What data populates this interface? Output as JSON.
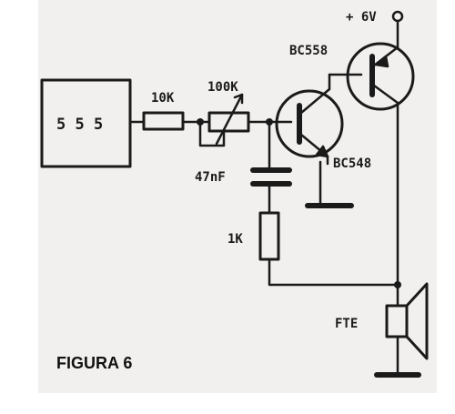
{
  "diagram": {
    "figure_label": "FIGURA 6",
    "ic_label": "5 5 5",
    "r1_label": "10K",
    "pot_label": "100K",
    "cap_label": "47nF",
    "r2_label": "1K",
    "q1_label": "BC548",
    "q2_label": "BC558",
    "supply_label": "+ 6V",
    "speaker_label": "FTE"
  },
  "colors": {
    "ink": "#1a1a1a",
    "paper": "#f1f0ee"
  }
}
